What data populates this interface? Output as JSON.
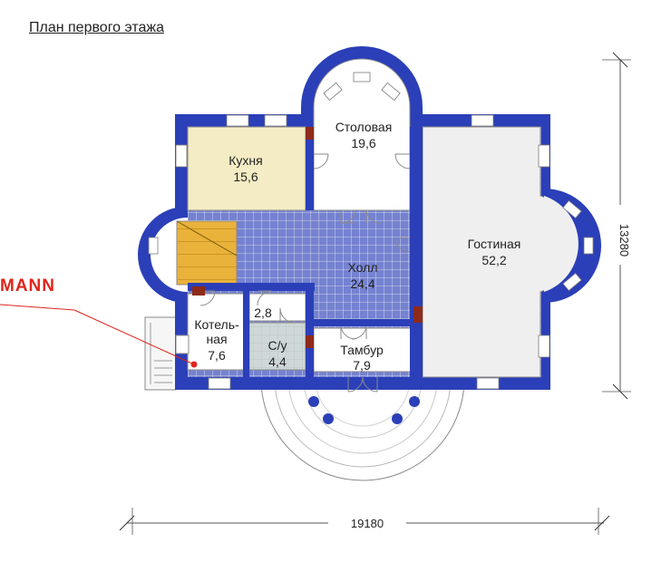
{
  "title": "План первого этажа",
  "brand_text": "MANN",
  "dimensions": {
    "width": "19180",
    "height": "13280"
  },
  "rooms": {
    "kitchen": {
      "name": "Кухня",
      "area": "15,6"
    },
    "dining": {
      "name": "Столовая",
      "area": "19,6"
    },
    "living": {
      "name": "Гостиная",
      "area": "52,2"
    },
    "hall": {
      "name": "Холл",
      "area": "24,4"
    },
    "boiler": {
      "name_line1": "Котель-",
      "name_line2": "ная",
      "area": "7,6"
    },
    "closet": {
      "area": "2,8"
    },
    "bathroom": {
      "name": "С/у",
      "area": "4,4"
    },
    "vestibule": {
      "name": "Тамбур",
      "area": "7,9"
    }
  },
  "colors": {
    "wall": "#2b3fb8",
    "kitchen_fill": "#f4ecc4",
    "living_fill": "#efefef",
    "stair_fill": "#e9b23a",
    "bath_fill": "#cfd8d8",
    "floor_grid": "#dfe3e6",
    "accent_red": "#e0241c"
  }
}
